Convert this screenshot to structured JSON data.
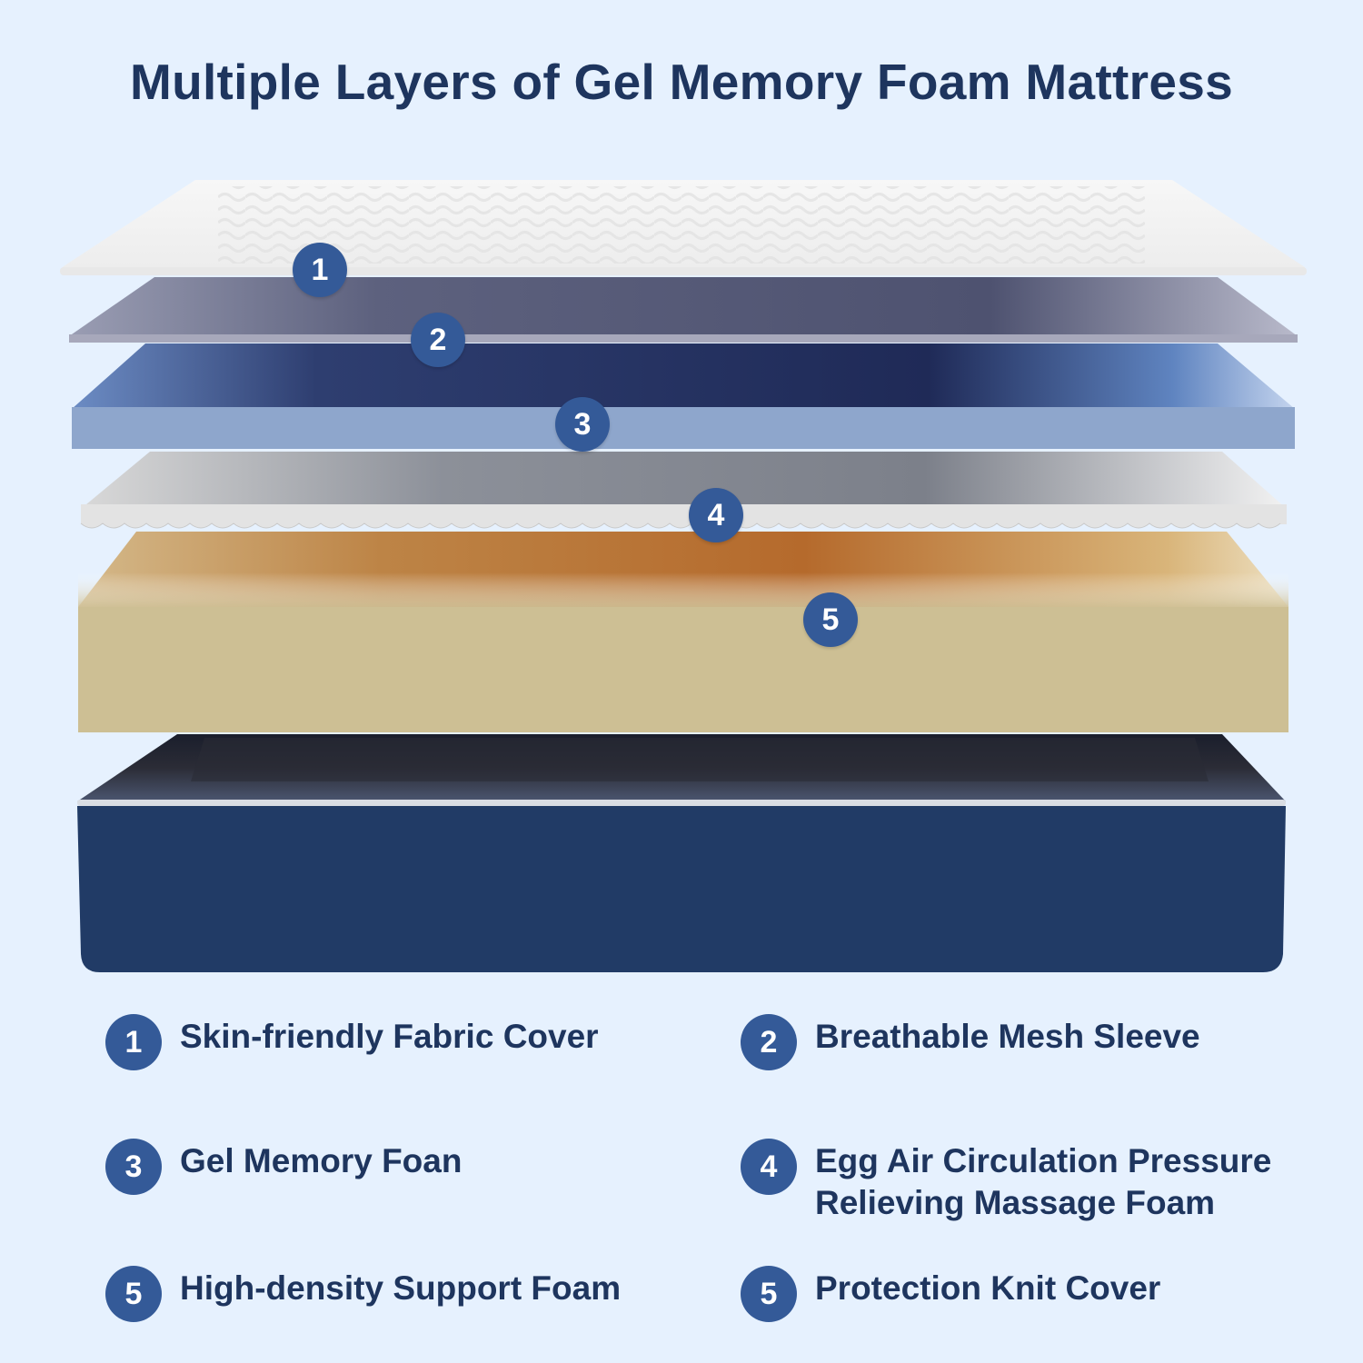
{
  "title": "Multiple Layers of Gel Memory Foam Mattress",
  "colors": {
    "background": "#e6f1fe",
    "title_text": "#1e355e",
    "badge_fill": "#345a98",
    "badge_text": "#ffffff",
    "layer_1_cover": "#f3f3f3",
    "layer_2_mesh": "#6e7290",
    "layer_3_gel_top": "#1f2d5c",
    "layer_3_gel_side": "#8ea6cc",
    "layer_4_egg": "#e2e2e2",
    "layer_5_support_top": "#b86f30",
    "layer_5_support_side": "#cdbf94",
    "base_knit_cover": "#213b66"
  },
  "diagram_markers": [
    {
      "number": "1",
      "layer": "Skin-friendly Fabric Cover"
    },
    {
      "number": "2",
      "layer": "Breathable Mesh Sleeve"
    },
    {
      "number": "3",
      "layer": "Gel Memory Foan"
    },
    {
      "number": "4",
      "layer": "Egg Air Circulation Pressure Relieving Massage Foam"
    },
    {
      "number": "5",
      "layer": "High-density Support Foam"
    }
  ],
  "legend": [
    {
      "number": "1",
      "label": "Skin-friendly Fabric Cover"
    },
    {
      "number": "2",
      "label": "Breathable Mesh Sleeve"
    },
    {
      "number": "3",
      "label": "Gel Memory Foan"
    },
    {
      "number": "4",
      "label": "Egg Air Circulation Pressure\nRelieving Massage Foam"
    },
    {
      "number": "5",
      "label": "High-density Support Foam"
    },
    {
      "number": "5",
      "label": "Protection Knit Cover"
    }
  ]
}
